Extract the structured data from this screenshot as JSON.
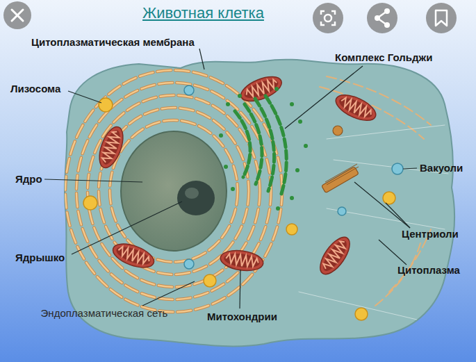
{
  "diagram": {
    "title": "Животная клетка",
    "labels": [
      "Цитоплазматическая мембрана",
      "Комплекс Гольджи",
      "Лизосома",
      "Ядро",
      "Вакуоли",
      "Центриоли",
      "Ядрышко",
      "Цитоплазма",
      "Эндоплазматическая сеть",
      "Митохондрии"
    ]
  }
}
